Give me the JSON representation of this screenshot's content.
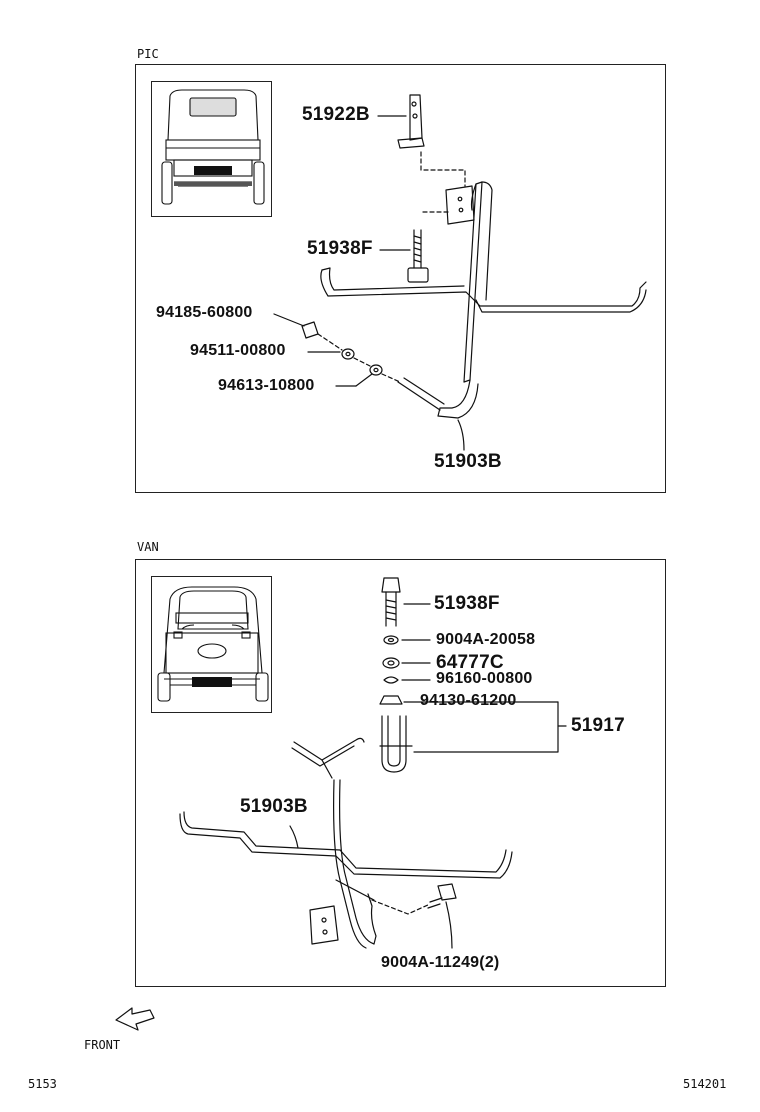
{
  "pic": {
    "section_label": "PIC",
    "parts": {
      "p51922b": "51922B",
      "p51938f": "51938F",
      "p9418560800": "94185-60800",
      "p9451100800": "94511-00800",
      "p9461310800": "94613-10800",
      "p51903b": "51903B"
    }
  },
  "van": {
    "section_label": "VAN",
    "parts": {
      "p51938f": "51938F",
      "p9004a20058": "9004A-20058",
      "p64777c": "64777C",
      "p9616000800": "96160-00800",
      "p9413061200": "94130-61200",
      "p51917": "51917",
      "p51903b": "51903B",
      "p9004a11249": "9004A-11249(2)"
    }
  },
  "front_label": "FRONT",
  "footer": {
    "left_code": "5153",
    "right_code": "514201"
  }
}
